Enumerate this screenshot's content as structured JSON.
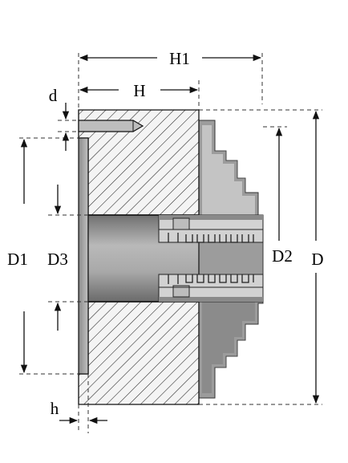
{
  "colors": {
    "ink": "#111111",
    "hatch_fill": "#f4f4f4",
    "hatch_line": "#222222",
    "jaw_dark": "#7d7d7d",
    "jaw_mid": "#a8a8a8",
    "jaw_light": "#d4d4d4",
    "flange_plate": "#9a9a9a",
    "bore": "#8f8f8f",
    "dashed": "#333333"
  },
  "labels": {
    "H1": "H1",
    "H": "H",
    "d": "d",
    "D1": "D1",
    "D3": "D3",
    "D2": "D2",
    "D": "D",
    "h": "h"
  }
}
